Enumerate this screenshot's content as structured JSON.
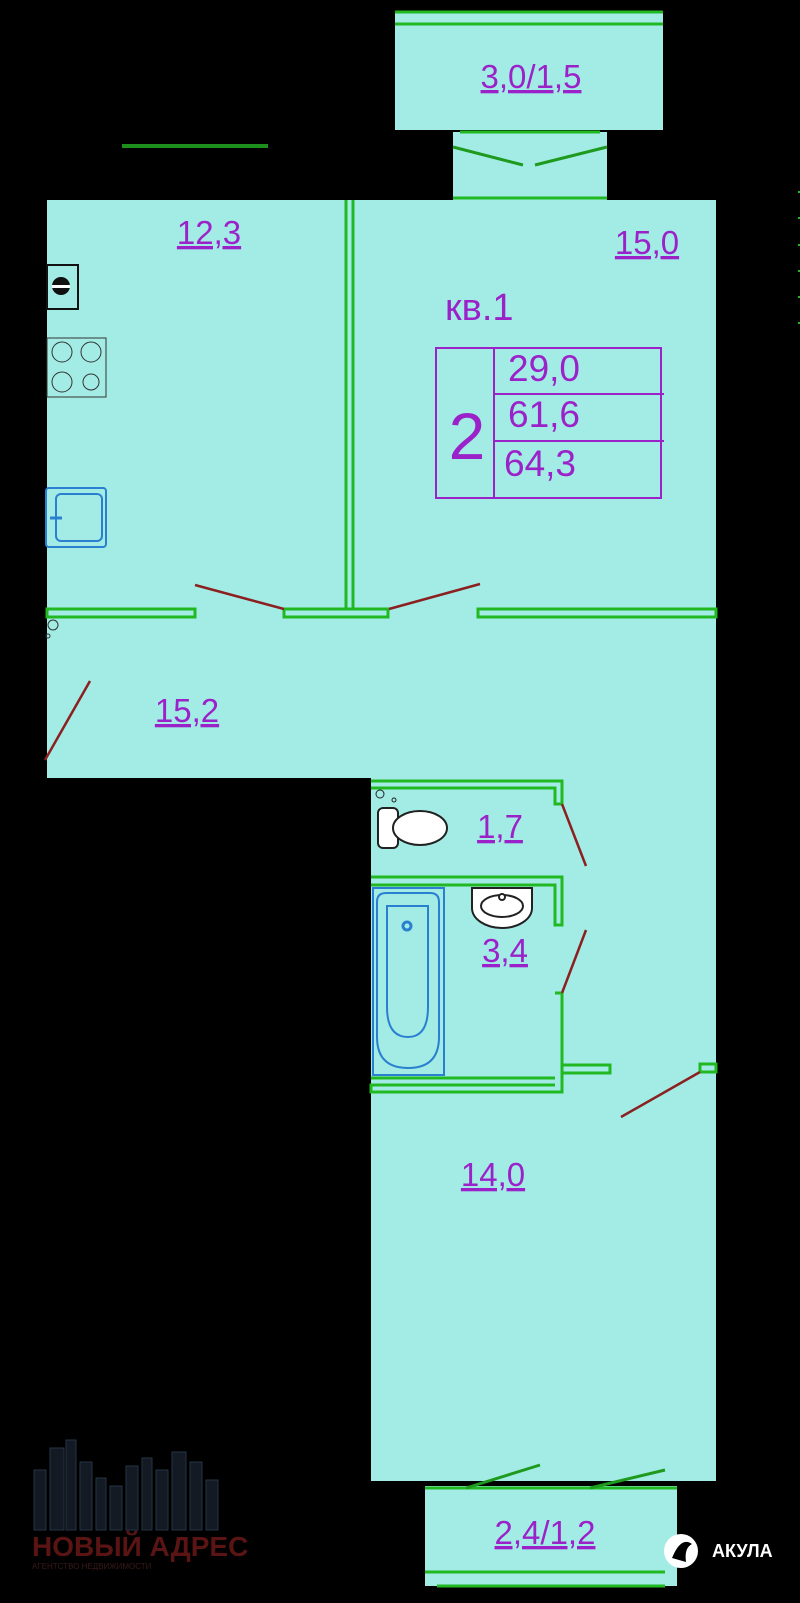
{
  "apartment": {
    "number_label": "кв.1",
    "rooms_count": "2",
    "living_area": "29,0",
    "total_area": "61,6",
    "total_area_with_balcony": "64,3"
  },
  "rooms": {
    "balcony_top": "3,0/1,5",
    "kitchen": "12,3",
    "living_room": "15,0",
    "hallway": "15,2",
    "toilet": "1,7",
    "bathroom": "3,4",
    "bedroom": "14,0",
    "balcony_bottom": "2,4/1,2"
  },
  "logos": {
    "agency_name": "НОВЫЙ АДРЕС",
    "agency_tagline": "АГЕНТСТВО НЕДВИЖИМОСТИ",
    "partner_name": "АКУЛА"
  },
  "colors": {
    "room_fill": "#a3ece6",
    "background": "#000000",
    "wall": "#22b822",
    "door_swing": "#8b2020",
    "fixture": "#2b7fd0",
    "label": "#9b22c9"
  }
}
